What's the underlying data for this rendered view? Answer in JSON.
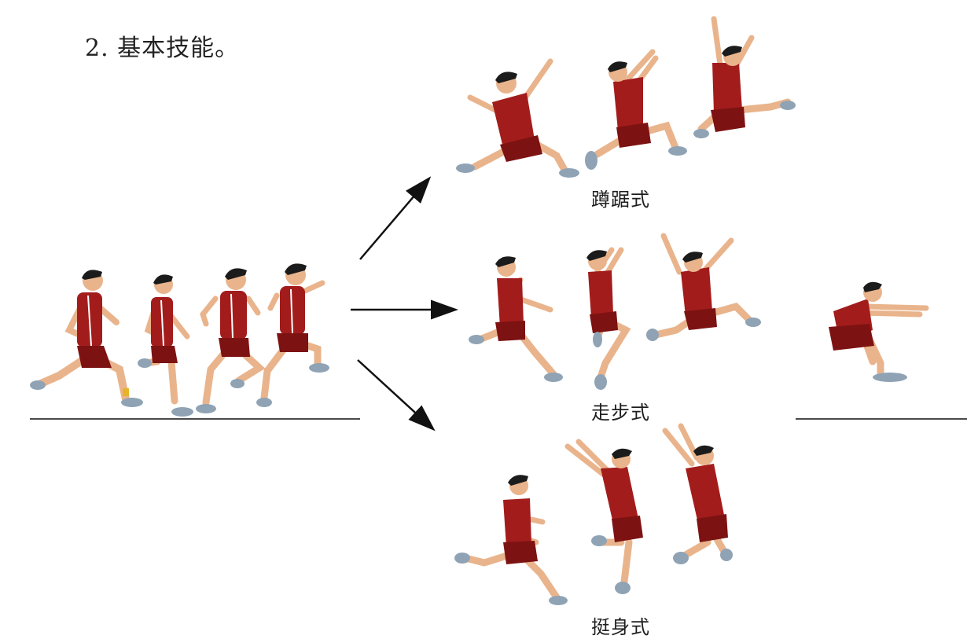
{
  "section_title": "2. 基本技能。",
  "captions": {
    "squat": "蹲踞式",
    "walk": "走步式",
    "hang": "挺身式"
  },
  "colors": {
    "jersey": "#a31c1c",
    "jersey_dark": "#7d1212",
    "skin": "#e9b48c",
    "hair": "#1b1b1b",
    "shoe": "#8fa3b5",
    "sock": "#e6b32a",
    "line": "#4a4a4a",
    "arrow": "#111111"
  }
}
